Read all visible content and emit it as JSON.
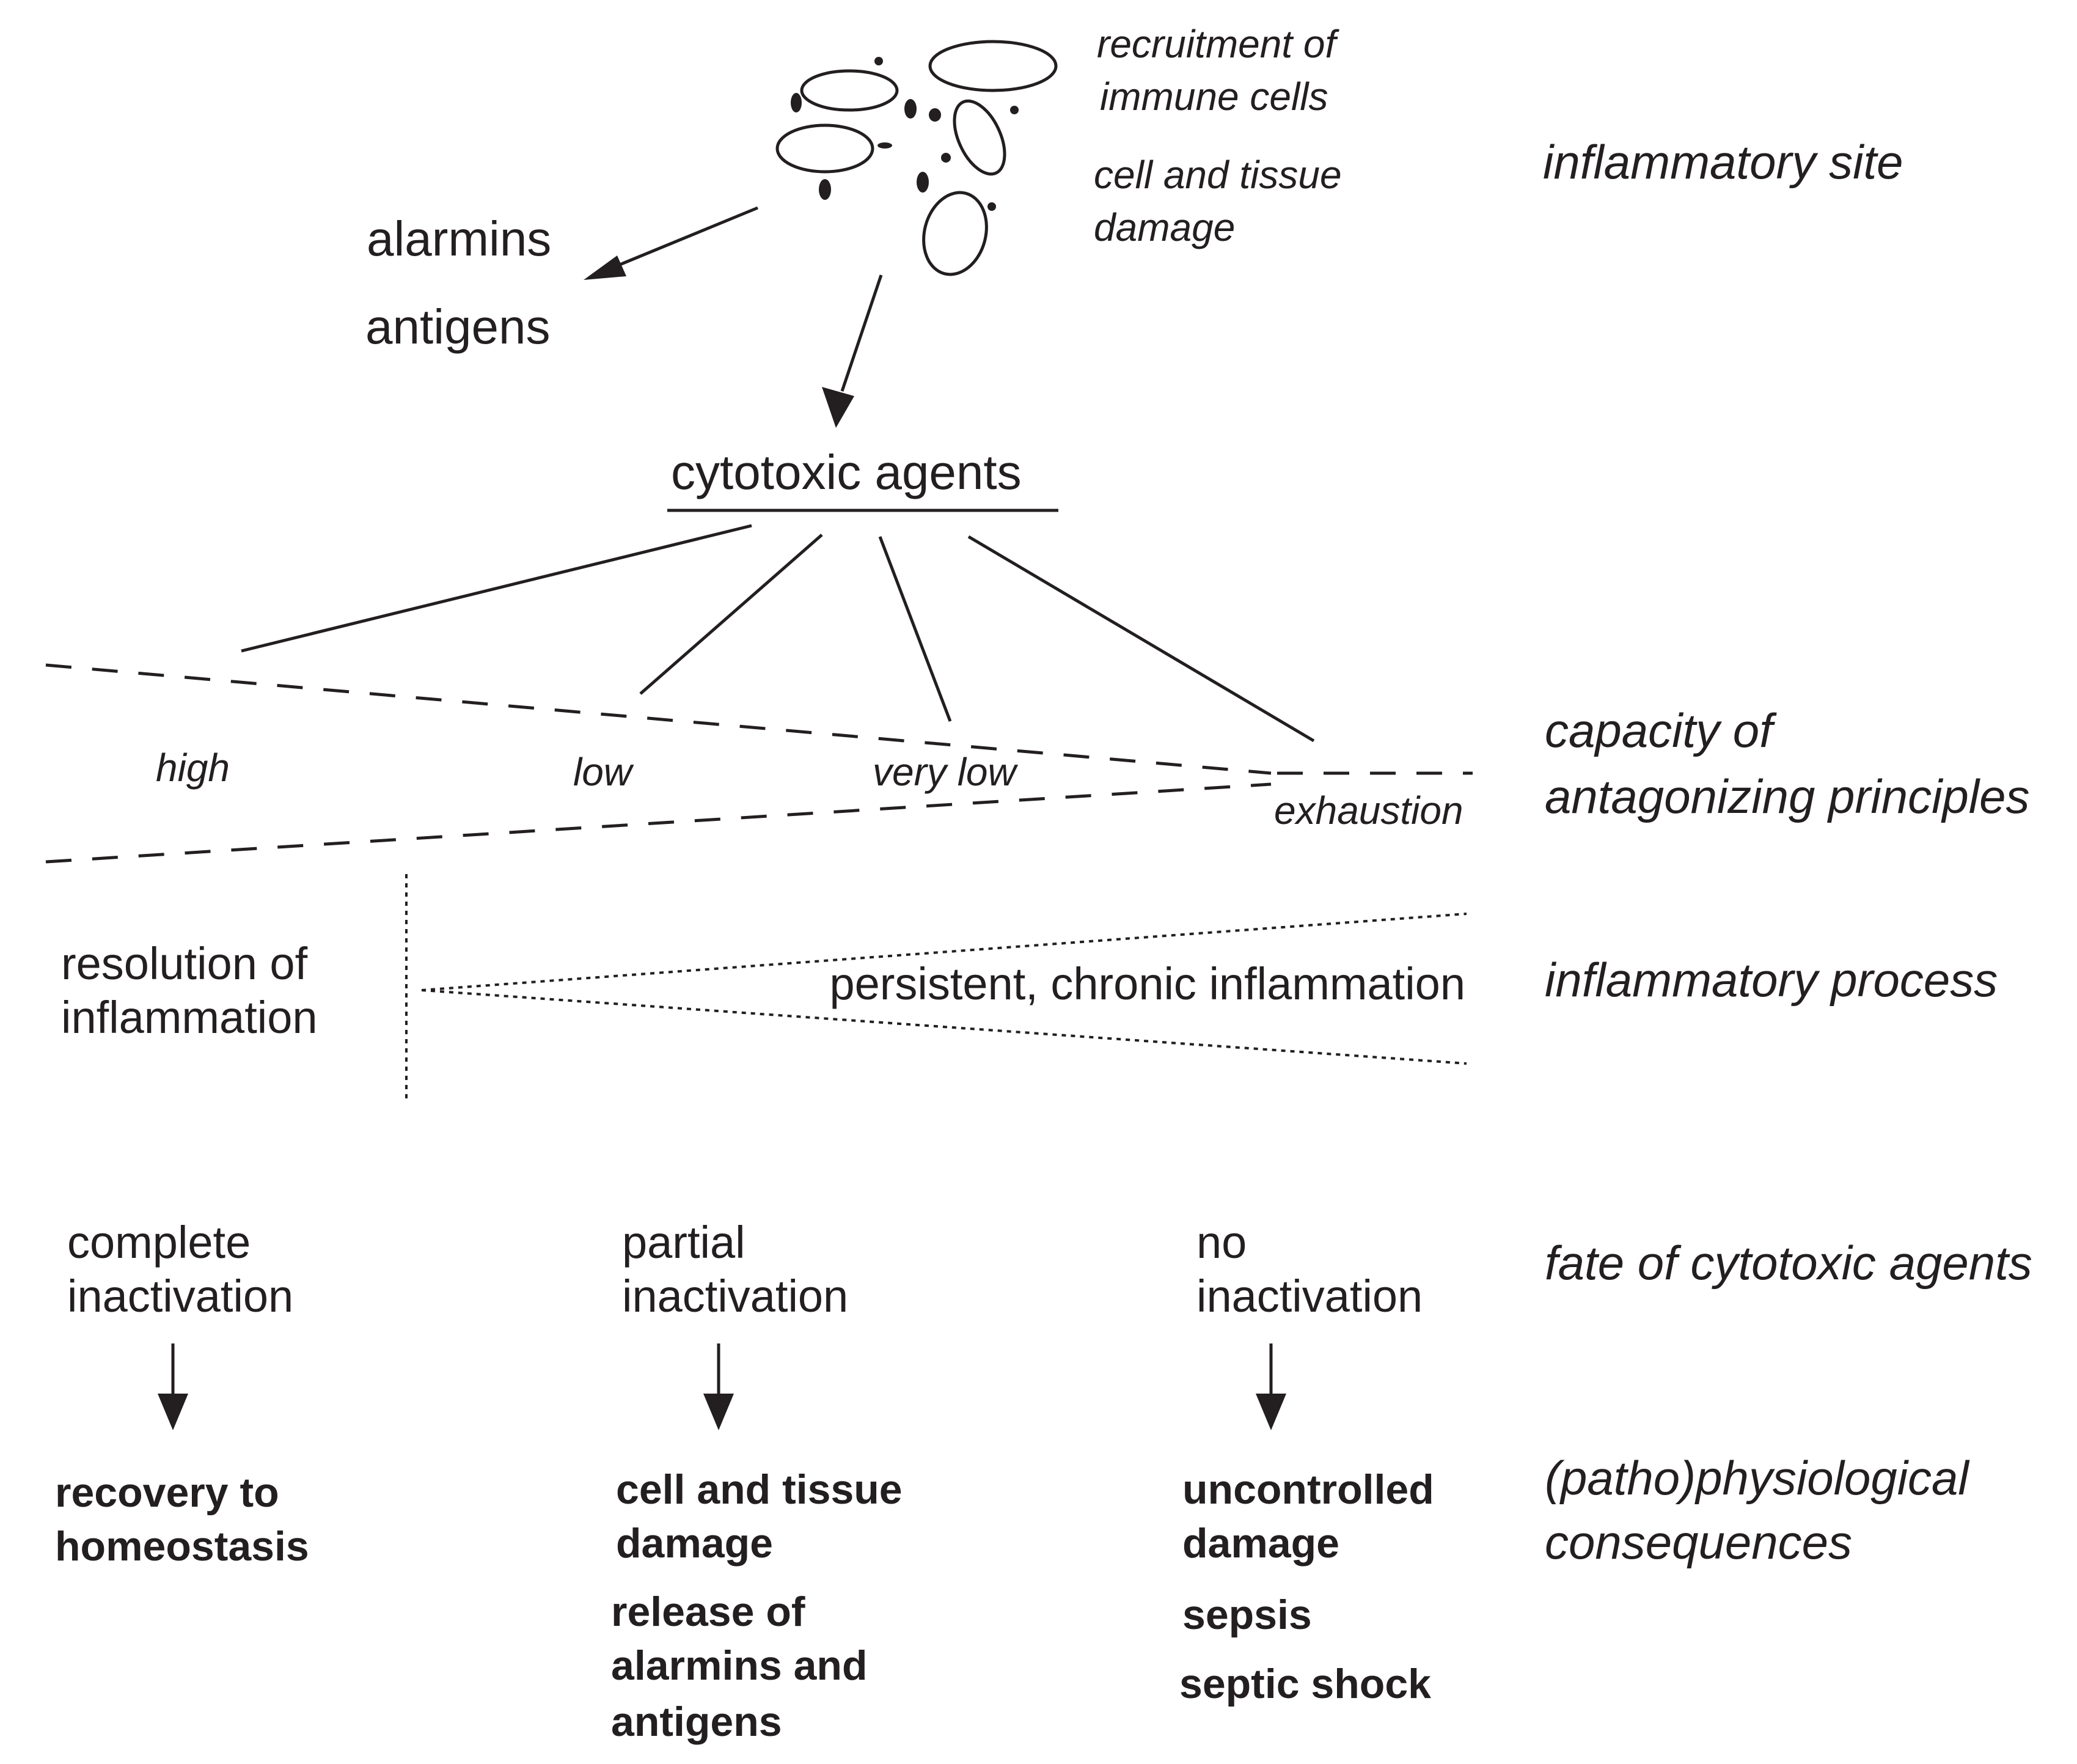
{
  "inflammatory_site": {
    "recruitment_line1": "recruitment of",
    "recruitment_line2": "immune cells",
    "damage_line1": "cell and tissue",
    "damage_line2": "damage",
    "alarmins": "alarmins",
    "antigens": "antigens",
    "cytotoxic_agents": "cytotoxic agents"
  },
  "capacity_levels": {
    "high": "high",
    "low": "low",
    "very_low": "very low",
    "exhaustion": "exhaustion"
  },
  "process": {
    "resolution_line1": "resolution of",
    "resolution_line2": "inflammation",
    "persistent": "persistent, chronic inflammation"
  },
  "fates": [
    {
      "line1": "complete",
      "line2": "inactivation"
    },
    {
      "line1": "partial",
      "line2": "inactivation"
    },
    {
      "line1": "no",
      "line2": "inactivation"
    }
  ],
  "consequences": {
    "recovery": {
      "line1": "recovery to",
      "line2": "homeostasis"
    },
    "damage": {
      "line1": "cell and tissue",
      "line2": "damage"
    },
    "release": {
      "line1": "release of",
      "line2": "alarmins and",
      "line3": "antigens"
    },
    "uncontrolled": {
      "line1": "uncontrolled",
      "line2": "damage"
    },
    "sepsis": "sepsis",
    "septic_shock": "septic shock"
  },
  "side_labels": {
    "inflammatory_site": "inflammatory site",
    "capacity_line1": "capacity of",
    "capacity_line2": "antagonizing principles",
    "inflammatory_process": "inflammatory process",
    "fate": "fate of cytotoxic agents",
    "consequences_line1": "(patho)physiological",
    "consequences_line2": "consequences"
  }
}
